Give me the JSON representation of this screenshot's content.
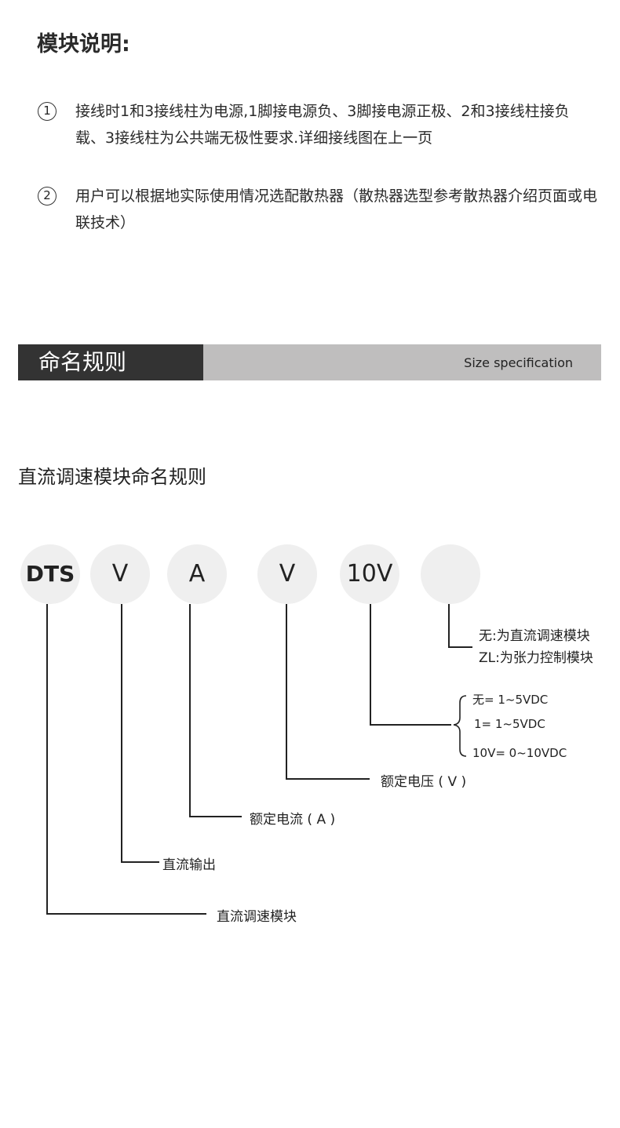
{
  "module_title": "模块说明:",
  "notes": [
    {
      "num": "1",
      "text": "接线时1和3接线柱为电源,1脚接电源负、3脚接电源正极、2和3接线柱接负载、3接线柱为公共端无极性要求.详细接线图在上一页"
    },
    {
      "num": "2",
      "text": "用户可以根据地实际使用情况选配散热器（散热器选型参考散热器介绍页面或电联技术）"
    }
  ],
  "banner": {
    "title": "命名规则",
    "subtitle": "Size specification"
  },
  "naming_title": "直流调速模块命名规则",
  "codes": [
    "DTS",
    "V",
    "A",
    "V",
    "10V",
    ""
  ],
  "labels": {
    "module": "直流调速模块",
    "output": "直流输出",
    "current": "额定电流 ( A )",
    "voltage": "额定电压 ( V )",
    "signal": [
      "无= 1~5VDC",
      "1= 1~5VDC",
      "10V= 0~10VDC"
    ],
    "type": [
      "无:为直流调速模块",
      "ZL:为张力控制模块"
    ]
  }
}
